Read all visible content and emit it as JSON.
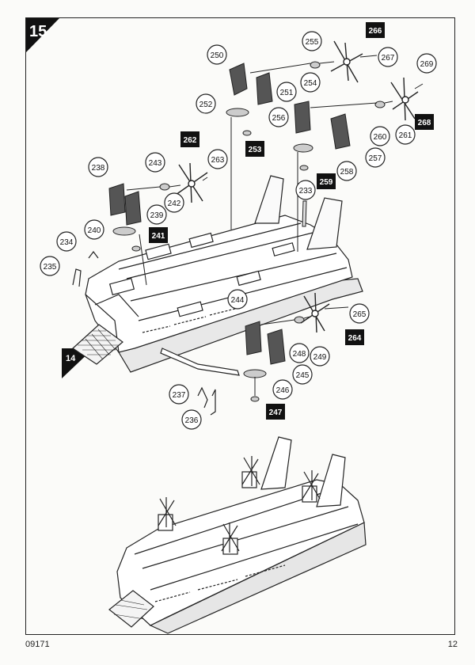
{
  "step": {
    "number": "15"
  },
  "previous_step_ref": "14",
  "callouts": [
    {
      "num": "250",
      "style": "circle"
    },
    {
      "num": "251",
      "style": "circle"
    },
    {
      "num": "252",
      "style": "circle"
    },
    {
      "num": "253",
      "style": "box"
    },
    {
      "num": "254",
      "style": "circle"
    },
    {
      "num": "255",
      "style": "circle"
    },
    {
      "num": "256",
      "style": "circle"
    },
    {
      "num": "257",
      "style": "circle"
    },
    {
      "num": "258",
      "style": "circle"
    },
    {
      "num": "259",
      "style": "box"
    },
    {
      "num": "260",
      "style": "circle"
    },
    {
      "num": "261",
      "style": "circle"
    },
    {
      "num": "262",
      "style": "box"
    },
    {
      "num": "263",
      "style": "circle"
    },
    {
      "num": "264",
      "style": "box"
    },
    {
      "num": "265",
      "style": "circle"
    },
    {
      "num": "266",
      "style": "box"
    },
    {
      "num": "267",
      "style": "circle"
    },
    {
      "num": "268",
      "style": "box"
    },
    {
      "num": "269",
      "style": "circle"
    },
    {
      "num": "233",
      "style": "circle"
    },
    {
      "num": "234",
      "style": "circle"
    },
    {
      "num": "235",
      "style": "circle"
    },
    {
      "num": "236",
      "style": "circle"
    },
    {
      "num": "237",
      "style": "circle"
    },
    {
      "num": "238",
      "style": "circle"
    },
    {
      "num": "239",
      "style": "circle"
    },
    {
      "num": "240",
      "style": "circle"
    },
    {
      "num": "241",
      "style": "box"
    },
    {
      "num": "242",
      "style": "circle"
    },
    {
      "num": "243",
      "style": "circle"
    },
    {
      "num": "244",
      "style": "circle"
    },
    {
      "num": "245",
      "style": "circle"
    },
    {
      "num": "246",
      "style": "circle"
    },
    {
      "num": "247",
      "style": "box"
    },
    {
      "num": "248",
      "style": "circle"
    },
    {
      "num": "249",
      "style": "circle"
    }
  ],
  "footer": {
    "doc_code": "09171",
    "page": "12"
  }
}
